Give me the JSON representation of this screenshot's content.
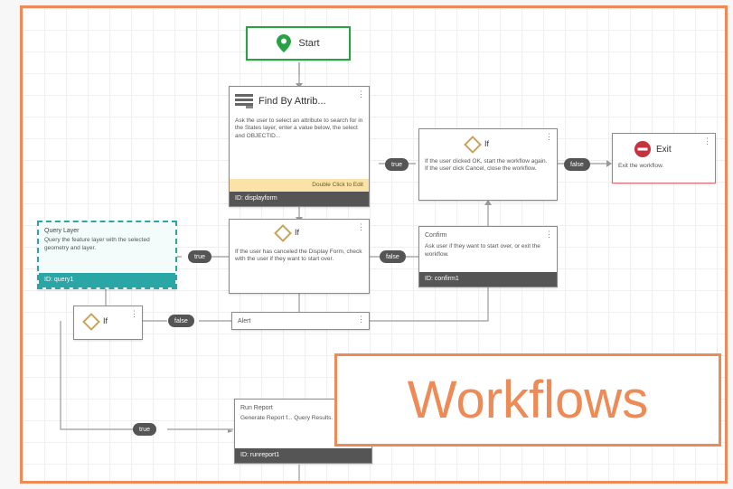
{
  "nodes": {
    "start": {
      "label": "Start"
    },
    "find_by_attr": {
      "title": "Find By Attrib...",
      "description": "Ask the user to select an attribute to search for in the States layer, enter a value below, the select and OBJECTID...",
      "double_click": "Double Click to Edit",
      "id": "ID: displayform"
    },
    "if_top": {
      "title": "If",
      "description": "If the user clicked OK, start the workflow again. If the user click Cancel, close the workflow."
    },
    "exit": {
      "title": "Exit",
      "description": "Exit the workflow."
    },
    "query_layer": {
      "title": "Query Layer",
      "description": "Query the feature layer with the selected geometry and layer.",
      "id": "ID: query1"
    },
    "if_middle": {
      "title": "If",
      "description": "If the user has canceled the Display Form, check with the user if they want to start over."
    },
    "confirm": {
      "title": "Confirm",
      "description": "Ask user if they want to start over, or exit the workflow.",
      "id": "ID: confirm1"
    },
    "if_left": {
      "title": "If"
    },
    "alert": {
      "title": "Alert"
    },
    "run_report": {
      "title": "Run Report",
      "description": "Generate Report f... Query Results.",
      "id": "ID: runreport1"
    }
  },
  "edge_labels": {
    "true_1": "true",
    "false_1": "false",
    "true_2": "true",
    "false_2": "false",
    "false_3": "false",
    "true_3": "true"
  },
  "badge": {
    "text": "Workflows"
  },
  "colors": {
    "accent": "#ed8a55",
    "start_green": "#27a245",
    "exit_red": "#c4343f",
    "query_teal": "#2aa6a6",
    "id_bar": "#555555",
    "double_click_bar": "#fbe3a8"
  },
  "icons": {
    "start": "map-pin-icon",
    "form": "form-icon",
    "if": "diamond-icon",
    "exit": "no-entry-icon",
    "menu": "kebab-menu-icon"
  }
}
